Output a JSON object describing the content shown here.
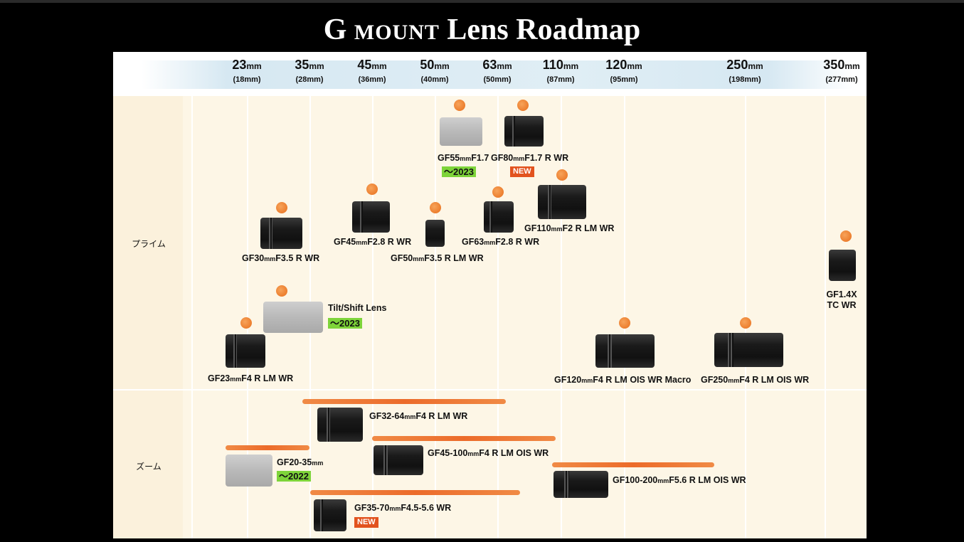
{
  "title": {
    "part1": "G ",
    "part2": "MOUNT",
    "part3": " Lens Roadmap"
  },
  "focal_lengths": [
    {
      "mm": "23",
      "eq": "(18mm)"
    },
    {
      "mm": "35",
      "eq": "(28mm)"
    },
    {
      "mm": "45",
      "eq": "(36mm)"
    },
    {
      "mm": "50",
      "eq": "(40mm)"
    },
    {
      "mm": "63",
      "eq": "(50mm)"
    },
    {
      "mm": "110",
      "eq": "(87mm)"
    },
    {
      "mm": "120",
      "eq": "(95mm)"
    },
    {
      "mm": "250",
      "eq": "(198mm)"
    },
    {
      "mm": "350",
      "eq": "(277mm)"
    }
  ],
  "unit": "mm",
  "categories": {
    "prime": "プライム",
    "zoom": "ズーム"
  },
  "lenses": {
    "gf55": {
      "a": "GF55",
      "b": "F1.7",
      "badge": "～2023"
    },
    "gf80": {
      "a": "GF80",
      "b": "F1.7 R WR",
      "badge": "NEW"
    },
    "gf45": {
      "a": "GF45",
      "b": "F2.8 R WR"
    },
    "gf50": {
      "a": "GF50",
      "b": "F3.5 R  LM WR"
    },
    "gf63": {
      "a": "GF63",
      "b": "F2.8 R WR"
    },
    "gf110": {
      "a": "GF110",
      "b": "F2 R LM WR"
    },
    "gf30": {
      "a": "GF30",
      "b": "F3.5 R WR"
    },
    "tilt": {
      "a": "Tilt/Shift Lens",
      "badge": "～2023"
    },
    "gf23": {
      "a": "GF23",
      "b": "F4 R LM WR"
    },
    "gf120": {
      "a": "GF120",
      "b": "F4 R LM OIS WR Macro"
    },
    "gf250": {
      "a": "GF250",
      "b": "F4 R LM OIS WR"
    },
    "tc": {
      "a": "GF1.4X",
      "b": "TC WR"
    },
    "gf32": {
      "a": "GF32-64",
      "b": "F4 R LM WR"
    },
    "gf20": {
      "a": "GF20-35",
      "badge": "～2022"
    },
    "gf45100": {
      "a": "GF45-100",
      "b": "F4 R LM OIS WR"
    },
    "gf100": {
      "a": "GF100-200",
      "b": "F5.6 R LM OIS WR"
    },
    "gf35": {
      "a": "GF35-70",
      "b": "F4.5-5.6 WR",
      "badge": "NEW"
    }
  },
  "colors": {
    "accent_orange": "#ec7e2e",
    "badge_green": "#7ed43a",
    "badge_new": "#e2531e"
  }
}
